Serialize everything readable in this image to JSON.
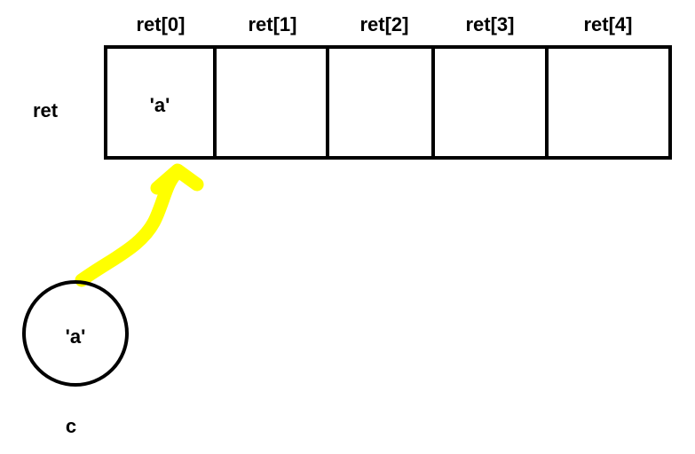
{
  "array": {
    "name": "ret",
    "cells": [
      {
        "index_label": "ret[0]",
        "value": "'a'"
      },
      {
        "index_label": "ret[1]",
        "value": ""
      },
      {
        "index_label": "ret[2]",
        "value": ""
      },
      {
        "index_label": "ret[3]",
        "value": ""
      },
      {
        "index_label": "ret[4]",
        "value": ""
      }
    ]
  },
  "variable": {
    "name": "c",
    "value": "'a'"
  },
  "colors": {
    "stroke": "#000000",
    "arrow": "#ffff00",
    "background": "#ffffff"
  }
}
